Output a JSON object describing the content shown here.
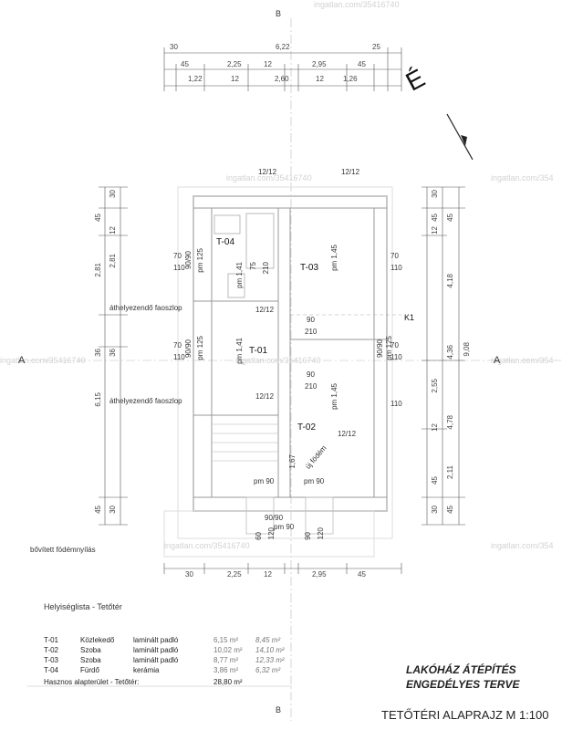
{
  "watermark": {
    "text": "ingatlan.com/35416740",
    "text_cut": "ingatlan.com/354",
    "text_left": "ingatlan.com/35416740"
  },
  "north_mark": "É",
  "section_marks": {
    "a": "A",
    "b": "B"
  },
  "dims_top": {
    "row1": [
      "30",
      "6,22",
      "25"
    ],
    "row2": [
      "45",
      "2,25",
      "12",
      "2,95",
      "45"
    ],
    "row3": [
      "1,22",
      "12",
      "2,60",
      "12",
      "1,26"
    ]
  },
  "dims_bottom": [
    "30",
    "2,25",
    "12",
    "2,95",
    "45"
  ],
  "dims_left": {
    "outer": [
      "30",
      "45",
      "12",
      "2,81",
      "36",
      "6,15",
      "45",
      "30"
    ],
    "inner": [
      "2,81",
      "36"
    ]
  },
  "dims_right": {
    "col1": [
      "30",
      "45",
      "12",
      "2,55",
      "12",
      "45",
      "30"
    ],
    "col2": [
      "45",
      "4,18",
      "9,08",
      "4,78",
      "45"
    ],
    "col3": [
      "2,11",
      "4,36"
    ]
  },
  "plan_labels": {
    "rafter1": "12/12",
    "rafter2": "12/12",
    "rafter3": "12/12",
    "rafter4": "12/12",
    "rafter5": "12/12",
    "t04": "T-04",
    "t03": "T-03",
    "t01": "T-01",
    "t02": "T-02",
    "k1": "K1",
    "post1": "áthelyezendő faoszlop",
    "post2": "áthelyezendő faoszlop",
    "new_floor": "új födém",
    "ext_opening": "bővített födémnyílás",
    "w70a": "70",
    "w110a": "110",
    "w70b": "70",
    "w110b": "110",
    "w70c": "70",
    "w110c": "110",
    "w70d": "70",
    "w110d": "110",
    "w110e": "110",
    "d9090a": "90/90",
    "d9090b": "90/90",
    "d9090c": "90/90",
    "pm125a": "pm 125",
    "pm125b": "pm 125",
    "pm125c": "pm 125",
    "pm141a": "pm 1,41",
    "pm141b": "pm 1,41",
    "pm145a": "pm 1,45",
    "pm145b": "pm 1,45",
    "d75": "75",
    "d210a": "210",
    "d90a": "90",
    "d210b": "210",
    "d90b": "90",
    "d210c": "210",
    "d167": "1,67",
    "pm90a": "pm 90",
    "pm90b": "pm 90",
    "pm90c": "pm 90",
    "d60": "60",
    "d120a": "120",
    "d90c": "90",
    "d120b": "120"
  },
  "legend": {
    "title": "Helyiséglista - Tetőtér",
    "rows": [
      {
        "code": "T-01",
        "name": "Közlekedő",
        "floor": "laminált padló",
        "area": "6,15 m²",
        "area2": "8,45 m²"
      },
      {
        "code": "T-02",
        "name": "Szoba",
        "floor": "laminált padló",
        "area": "10,02 m²",
        "area2": "14,10 m²"
      },
      {
        "code": "T-03",
        "name": "Szoba",
        "floor": "laminált padló",
        "area": "8,77 m²",
        "area2": "12,33 m²"
      },
      {
        "code": "T-04",
        "name": "Fürdő",
        "floor": "kerámia",
        "area": "3,86 m²",
        "area2": "6,32 m²"
      }
    ],
    "total_label": "Hasznos alapterület - Tetőtér:",
    "total_value": "28,80 m²"
  },
  "title_block": {
    "line1": "LAKÓHÁZ ÁTÉPÍTÉS",
    "line2": "ENGEDÉLYES TERVE",
    "plan_title": "TETŐTÉRI ALAPRAJZ M 1:100"
  }
}
